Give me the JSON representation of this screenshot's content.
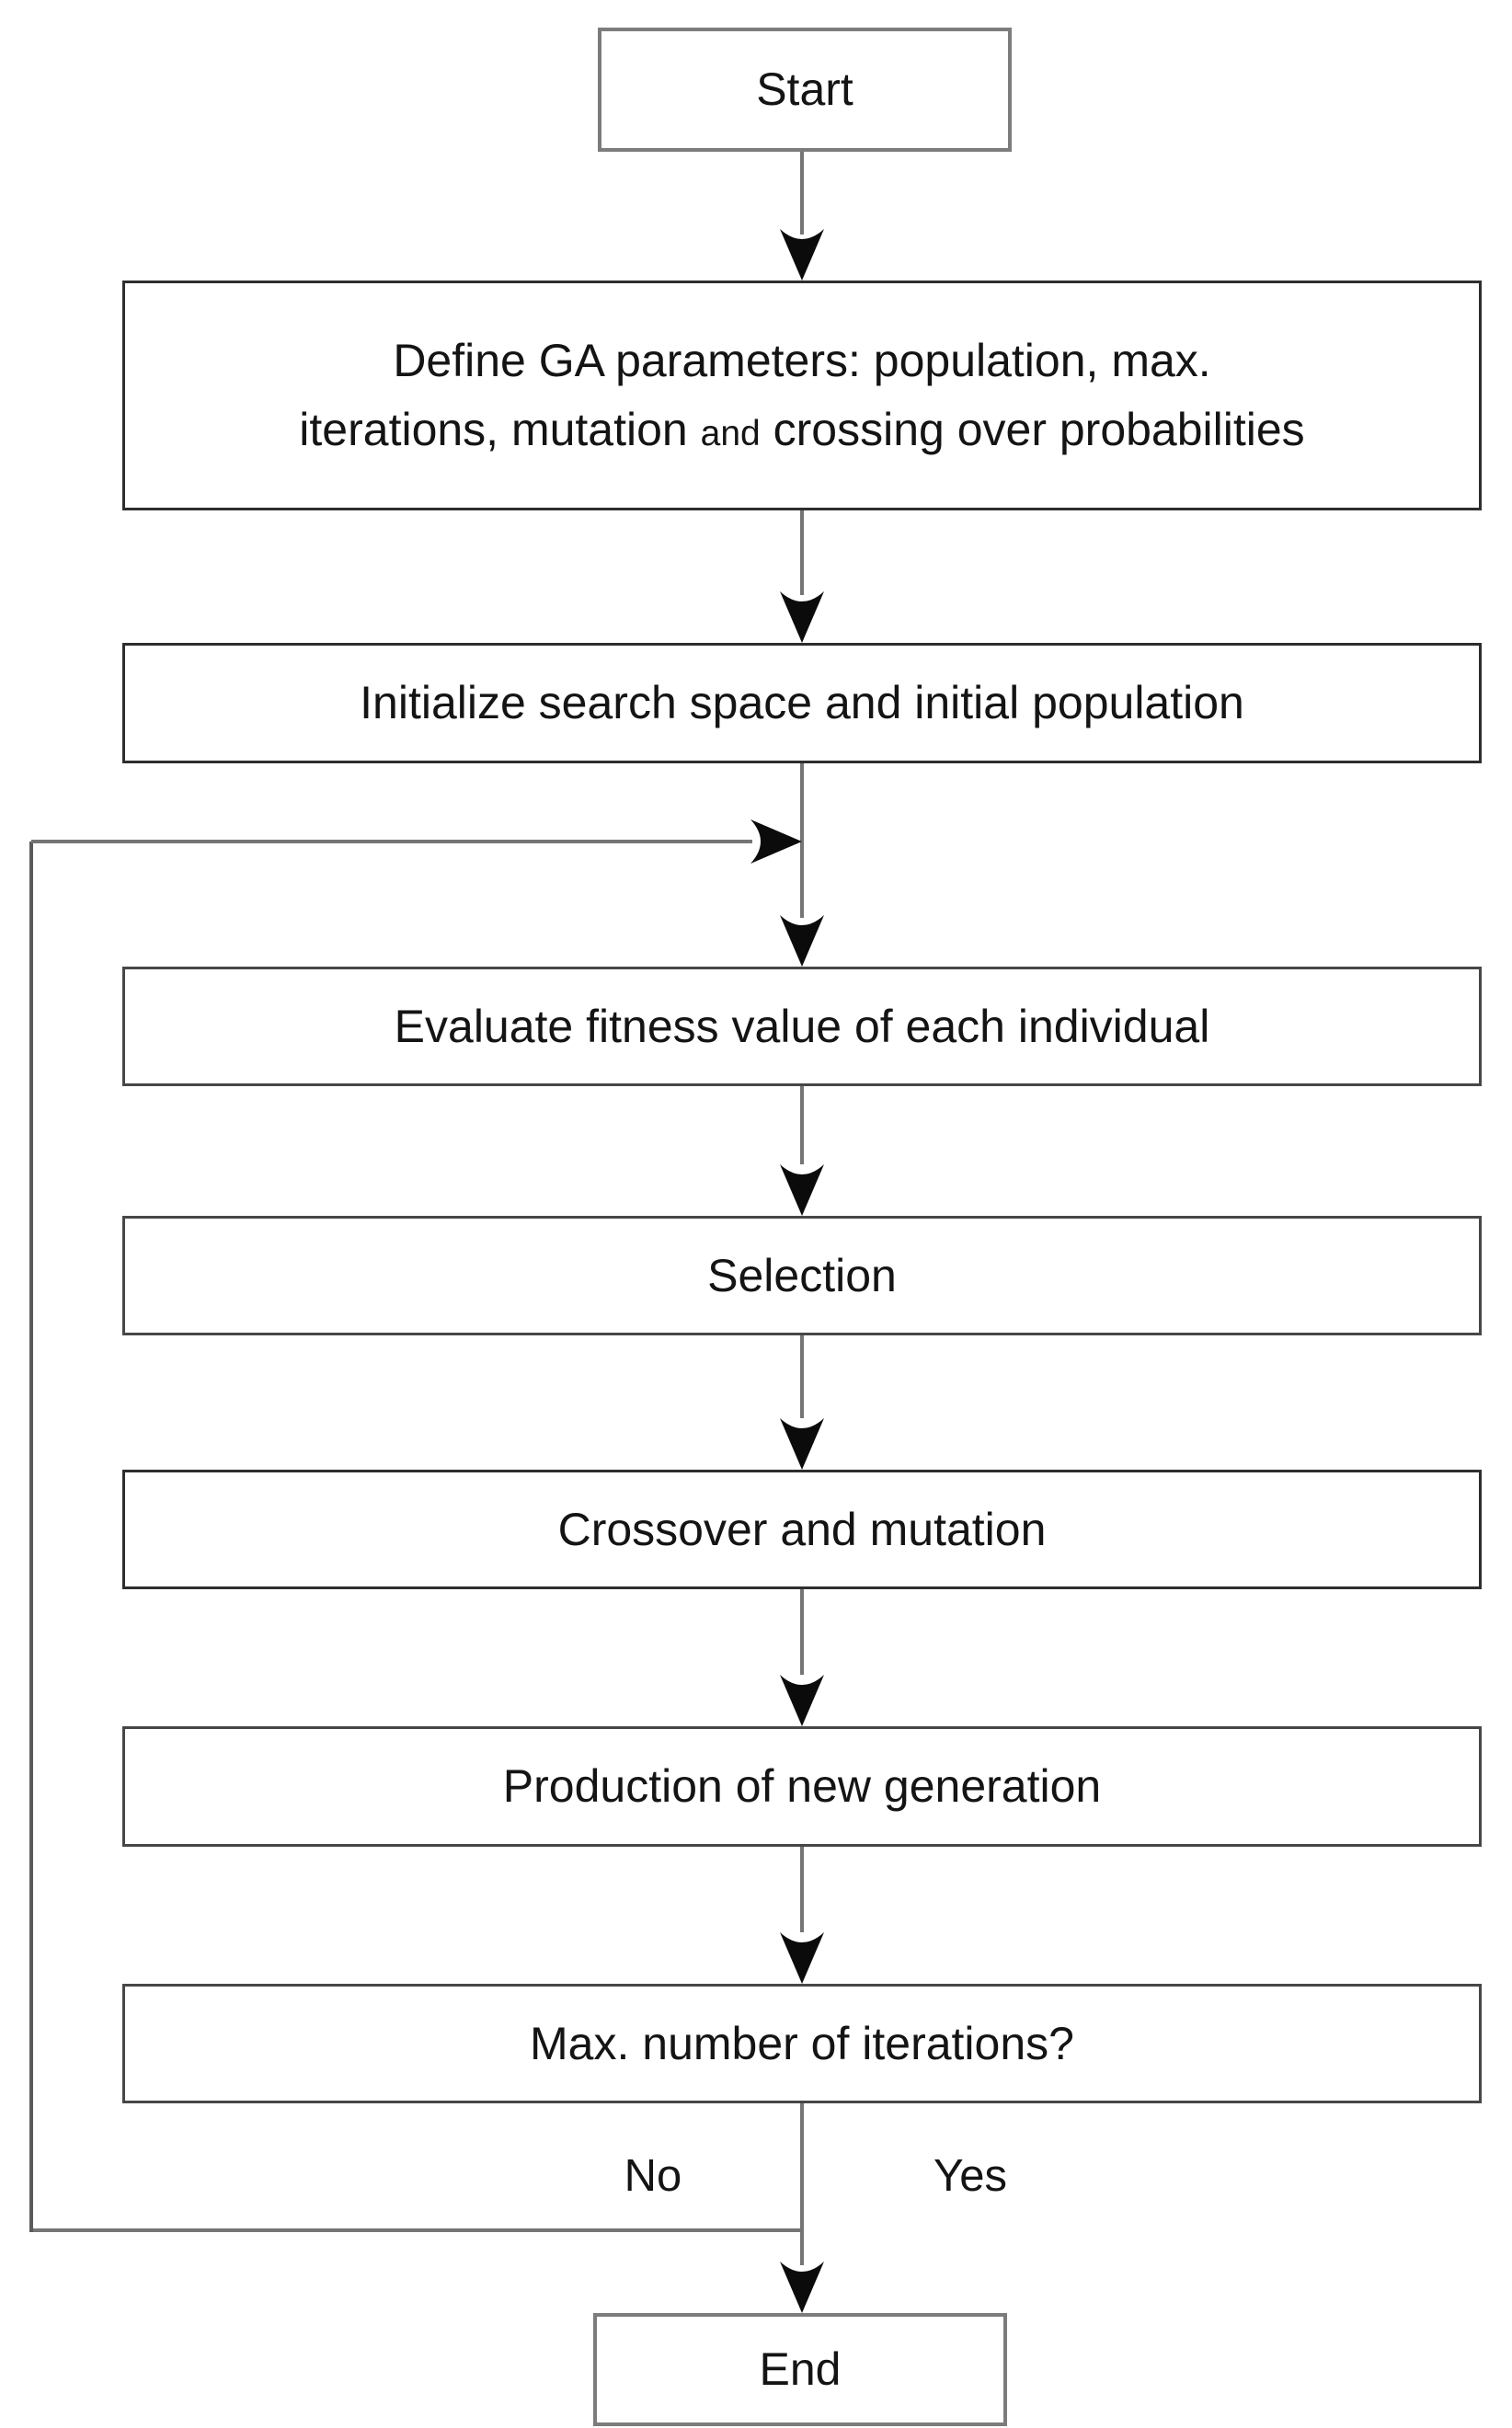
{
  "diagram": {
    "type": "flowchart",
    "nodes": {
      "start": {
        "label": "Start"
      },
      "define": {
        "line1": "Define GA parameters: population,  max.",
        "line2_pre": "iterations, mutation",
        "line2_and": "and",
        "line2_post": "crossing over probabilities"
      },
      "initialize": {
        "label": "Initialize search space and initial population"
      },
      "evaluate": {
        "label": "Evaluate fitness value of each individual"
      },
      "selection": {
        "label": "Selection"
      },
      "crossover": {
        "label": "Crossover and mutation"
      },
      "production": {
        "label": "Production of new generation"
      },
      "max_iterations": {
        "label": "Max. number of iterations?"
      },
      "end": {
        "label": "End"
      }
    },
    "edge_labels": {
      "no": "No",
      "yes": "Yes"
    },
    "colors": {
      "background": "#ffffff",
      "box_border": "#474747",
      "terminal_border": "#7c7c7c",
      "connector": "#757575",
      "loop_line": "#5a5a5a",
      "arrowhead": "#0b0b0b",
      "text": "#141414"
    }
  }
}
